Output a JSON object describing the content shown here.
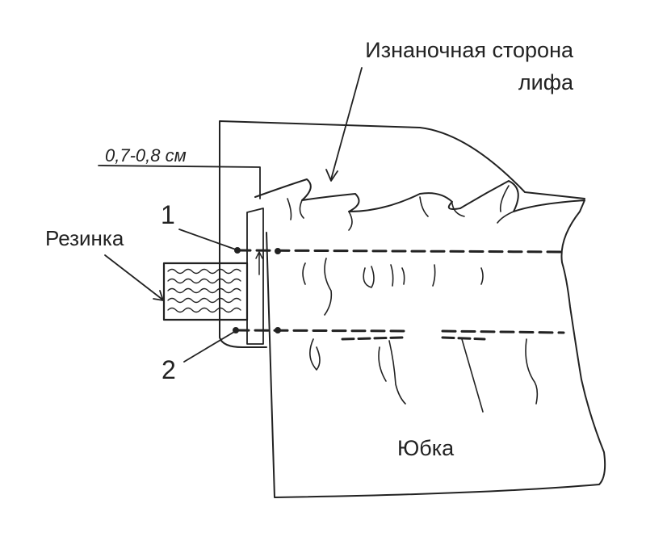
{
  "labels": {
    "bodice_line1": "Изнаночная сторона",
    "bodice_line2": "лифа",
    "measurement": "0,7-0,8 см",
    "elastic": "Резинка",
    "stitch_1": "1",
    "stitch_2": "2",
    "skirt": "Юбка"
  },
  "colors": {
    "line": "#222222",
    "background": "#ffffff"
  }
}
